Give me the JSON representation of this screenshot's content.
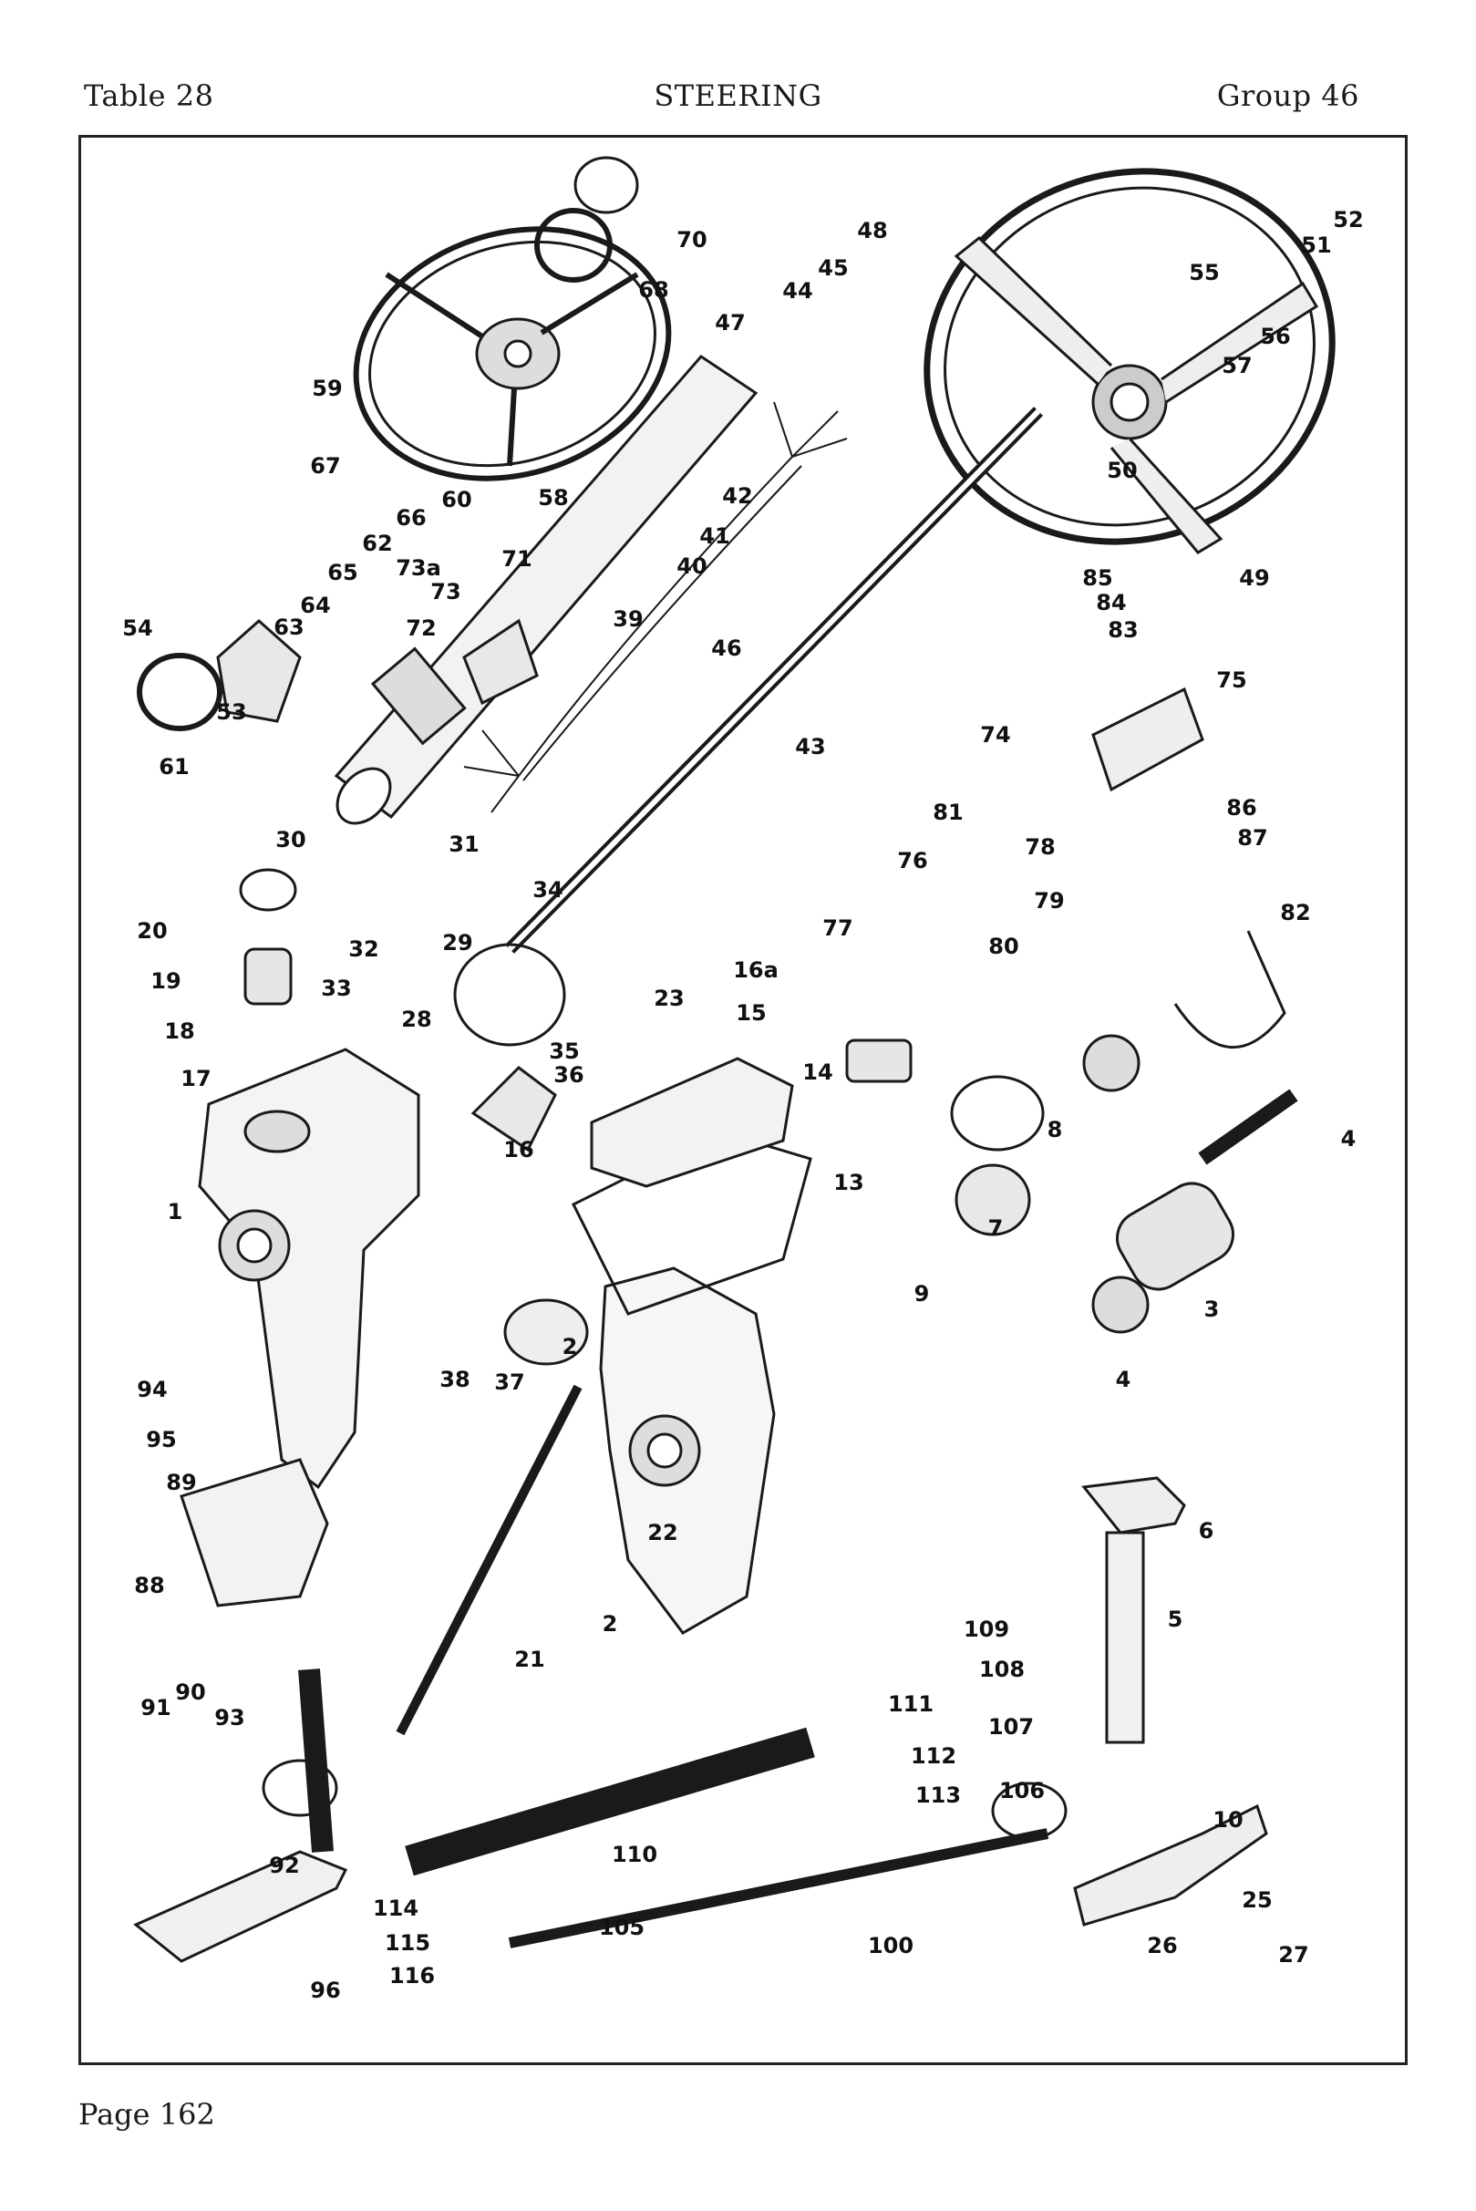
{
  "header": {
    "table": "Table 28",
    "title": "STEERING",
    "group": "Group 46"
  },
  "footer": {
    "page": "Page 162"
  },
  "labels": {
    "p1": "1",
    "p2a": "2",
    "p2b": "2",
    "p3": "3",
    "p4a": "4",
    "p4b": "4",
    "p5": "5",
    "p6": "6",
    "p7": "7",
    "p8": "8",
    "p9": "9",
    "p10": "10",
    "p13": "13",
    "p14": "14",
    "p15": "15",
    "p16": "16",
    "p16a": "16a",
    "p17": "17",
    "p18": "18",
    "p19": "19",
    "p20": "20",
    "p21": "21",
    "p22": "22",
    "p23": "23",
    "p25": "25",
    "p26": "26",
    "p27": "27",
    "p28": "28",
    "p29": "29",
    "p30": "30",
    "p31": "31",
    "p32": "32",
    "p33": "33",
    "p34": "34",
    "p35": "35",
    "p36": "36",
    "p37": "37",
    "p38": "38",
    "p39": "39",
    "p40": "40",
    "p41": "41",
    "p42": "42",
    "p43": "43",
    "p44": "44",
    "p45": "45",
    "p46": "46",
    "p47": "47",
    "p48": "48",
    "p49": "49",
    "p50": "50",
    "p51": "51",
    "p52": "52",
    "p53": "53",
    "p54": "54",
    "p55": "55",
    "p56": "56",
    "p57": "57",
    "p58": "58",
    "p59": "59",
    "p60": "60",
    "p61": "61",
    "p62": "62",
    "p63": "63",
    "p64": "64",
    "p65": "65",
    "p66": "66",
    "p67": "67",
    "p68": "68",
    "p70": "70",
    "p71": "71",
    "p72": "72",
    "p73": "73",
    "p73a": "73a",
    "p74": "74",
    "p75": "75",
    "p76": "76",
    "p77": "77",
    "p78": "78",
    "p79": "79",
    "p80": "80",
    "p81": "81",
    "p82": "82",
    "p83": "83",
    "p84": "84",
    "p85": "85",
    "p86": "86",
    "p87": "87",
    "p88": "88",
    "p89": "89",
    "p90": "90",
    "p91": "91",
    "p92": "92",
    "p93": "93",
    "p94": "94",
    "p95": "95",
    "p96": "96",
    "p100": "100",
    "p105": "105",
    "p106": "106",
    "p107": "107",
    "p108": "108",
    "p109": "109",
    "p110": "110",
    "p111": "111",
    "p112": "112",
    "p113": "113",
    "p114": "114",
    "p115": "115",
    "p116": "116"
  }
}
